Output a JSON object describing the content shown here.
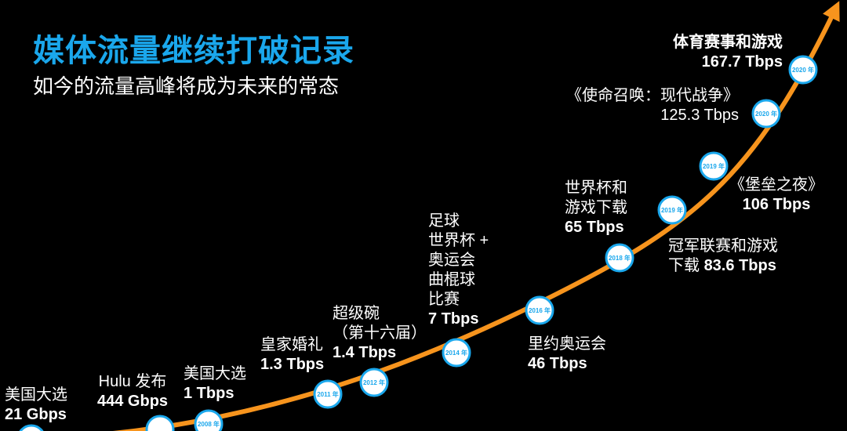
{
  "header": {
    "title": "媒体流量继续打破记录",
    "subtitle": "如今的流量高峰将成为未来的常态"
  },
  "colors": {
    "title": "#1aa7ec",
    "curve": "#f7941d",
    "marker_fill": "#ffffff",
    "marker_ring": "#1aa7ec",
    "marker_text": "#1aa7ec"
  },
  "milestones": [
    {
      "year": "2008 年"
    },
    {
      "year": "2011 年"
    },
    {
      "year": "2012 年"
    },
    {
      "year": "2014 年"
    },
    {
      "year": "2016 年"
    },
    {
      "year": "2018 年"
    },
    {
      "year": "2019 年"
    },
    {
      "year": "2019 年"
    },
    {
      "year": "2020 年"
    },
    {
      "year": "2020 年"
    }
  ],
  "events": [
    {
      "name": "美国大选",
      "value": "21 Gbps"
    },
    {
      "name": "Hulu 发布",
      "value": "444 Gbps"
    },
    {
      "name": "美国大选",
      "value": "1 Tbps"
    },
    {
      "name": "皇家婚礼",
      "value": "1.3 Tbps"
    },
    {
      "name": "超级碗",
      "name2": "（第十六届）",
      "value": "1.4 Tbps"
    },
    {
      "name": "足球",
      "name2": "世界杯 +",
      "name3": "奥运会",
      "name4": "曲棍球",
      "name5": "比赛",
      "value": "7 Tbps"
    },
    {
      "name": "里约奥运会",
      "value": "46 Tbps"
    },
    {
      "name": "世界杯和",
      "name2": "游戏下载",
      "value": "65 Tbps"
    },
    {
      "name": "冠军联赛和游戏",
      "name2": "下载",
      "value": "83.6 Tbps"
    },
    {
      "name": "《堡垒之夜》",
      "value": "106 Tbps"
    },
    {
      "name": "《使命召唤：现代战争》",
      "value": "125.3 Tbps"
    },
    {
      "name": "体育赛事和游戏",
      "value": "167.7 Tbps"
    }
  ]
}
